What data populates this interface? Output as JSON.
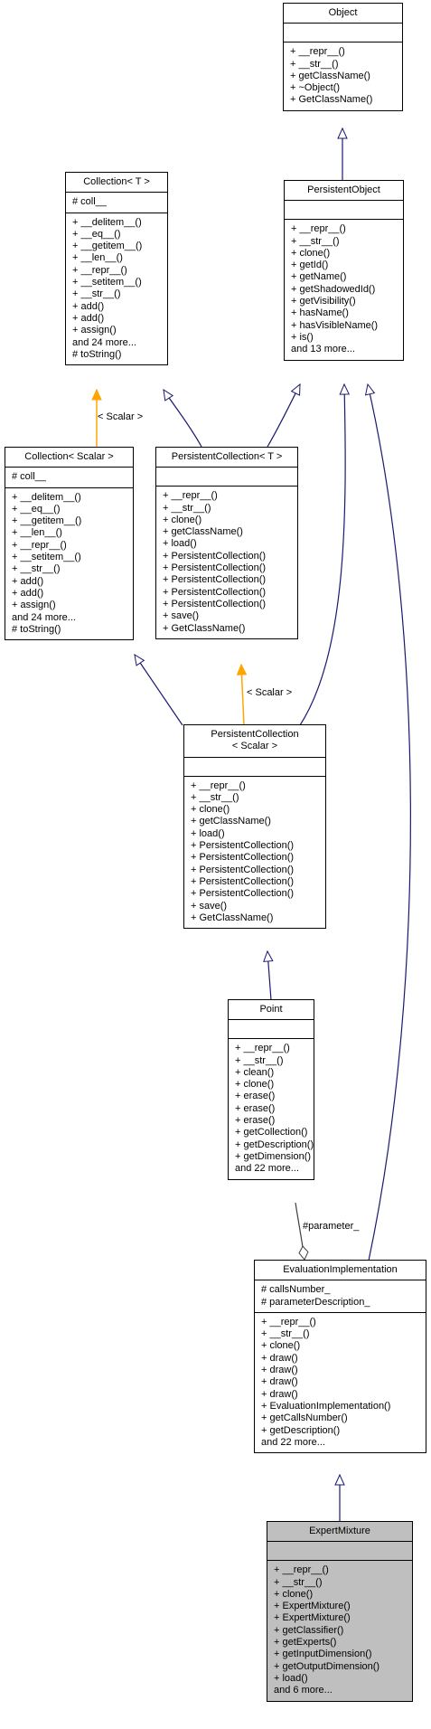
{
  "classes": {
    "object": {
      "title": [
        "Object"
      ],
      "attributes": [],
      "methods": [
        "+ __repr__()",
        "+ __str__()",
        "+ getClassName()",
        "+ ~Object()",
        "+ GetClassName()"
      ]
    },
    "collection_t": {
      "title": [
        "Collection< T >"
      ],
      "attributes": [
        "# coll__"
      ],
      "methods": [
        "+ __delitem__()",
        "+ __eq__()",
        "+ __getitem__()",
        "+ __len__()",
        "+ __repr__()",
        "+ __setitem__()",
        "+ __str__()",
        "+ add()",
        "+ add()",
        "+ assign()",
        "and 24 more...",
        "# toString()"
      ]
    },
    "persistent_object": {
      "title": [
        "PersistentObject"
      ],
      "attributes": [],
      "methods": [
        "+ __repr__()",
        "+ __str__()",
        "+ clone()",
        "+ getId()",
        "+ getName()",
        "+ getShadowedId()",
        "+ getVisibility()",
        "+ hasName()",
        "+ hasVisibleName()",
        "+ is()",
        "and 13 more..."
      ]
    },
    "collection_scalar": {
      "title": [
        "Collection< Scalar >"
      ],
      "attributes": [
        "# coll__"
      ],
      "methods": [
        "+ __delitem__()",
        "+ __eq__()",
        "+ __getitem__()",
        "+ __len__()",
        "+ __repr__()",
        "+ __setitem__()",
        "+ __str__()",
        "+ add()",
        "+ add()",
        "+ assign()",
        "and 24 more...",
        "# toString()"
      ]
    },
    "persistent_collection_t": {
      "title": [
        "PersistentCollection< T >"
      ],
      "attributes": [],
      "methods": [
        "+ __repr__()",
        "+ __str__()",
        "+ clone()",
        "+ getClassName()",
        "+ load()",
        "+ PersistentCollection()",
        "+ PersistentCollection()",
        "+ PersistentCollection()",
        "+ PersistentCollection()",
        "+ PersistentCollection()",
        "+ save()",
        "+ GetClassName()"
      ]
    },
    "persistent_collection_scalar": {
      "title": [
        "PersistentCollection",
        "< Scalar >"
      ],
      "attributes": [],
      "methods": [
        "+ __repr__()",
        "+ __str__()",
        "+ clone()",
        "+ getClassName()",
        "+ load()",
        "+ PersistentCollection()",
        "+ PersistentCollection()",
        "+ PersistentCollection()",
        "+ PersistentCollection()",
        "+ PersistentCollection()",
        "+ save()",
        "+ GetClassName()"
      ]
    },
    "point": {
      "title": [
        "Point"
      ],
      "attributes": [],
      "methods": [
        "+ __repr__()",
        "+ __str__()",
        "+ clean()",
        "+ clone()",
        "+ erase()",
        "+ erase()",
        "+ erase()",
        "+ getCollection()",
        "+ getDescription()",
        "+ getDimension()",
        "and 22 more..."
      ]
    },
    "evaluation_implementation": {
      "title": [
        "EvaluationImplementation"
      ],
      "attributes": [
        "# callsNumber_",
        "# parameterDescription_"
      ],
      "methods": [
        "+ __repr__()",
        "+ __str__()",
        "+ clone()",
        "+ draw()",
        "+ draw()",
        "+ draw()",
        "+ draw()",
        "+ EvaluationImplementation()",
        "+ getCallsNumber()",
        "+ getDescription()",
        "and 22 more..."
      ]
    },
    "expert_mixture": {
      "title": [
        "ExpertMixture"
      ],
      "attributes": [],
      "methods": [
        "+ __repr__()",
        "+ __str__()",
        "+ clone()",
        "+ ExpertMixture()",
        "+ ExpertMixture()",
        "+ getClassifier()",
        "+ getExperts()",
        "+ getInputDimension()",
        "+ getOutputDimension()",
        "+ load()",
        "and 6 more..."
      ]
    }
  },
  "edge_labels": {
    "scalar_1": "< Scalar >",
    "scalar_2": "< Scalar >",
    "parameter": "#parameter_"
  },
  "colors": {
    "inheritance": "#191970",
    "template": "#ffa500",
    "composition": "#404040",
    "highlight_fill": "#bfbfbf"
  }
}
